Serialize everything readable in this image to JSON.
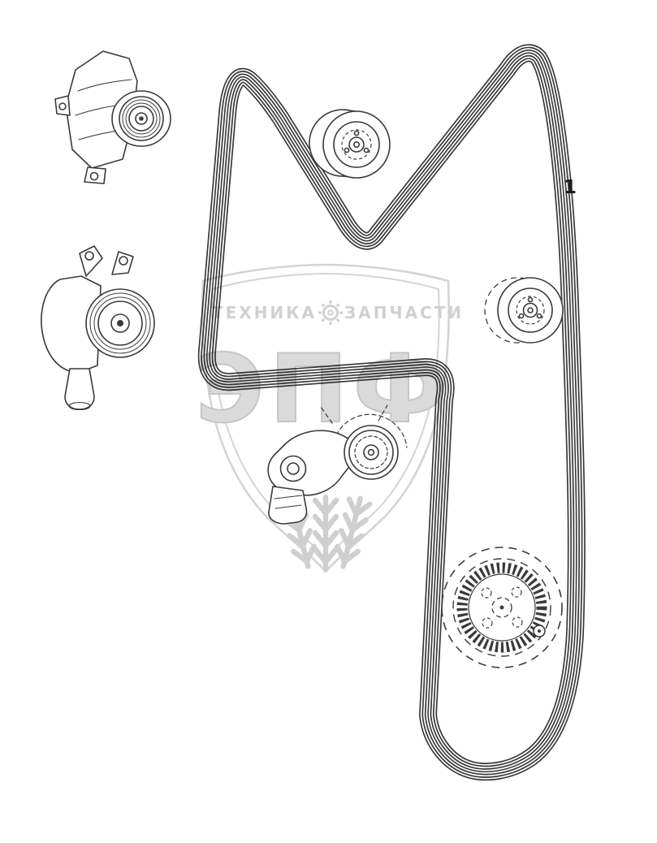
{
  "canvas": {
    "background": "#ffffff",
    "line_color": "#3a3a3a",
    "watermark_color": "#d6d6d6"
  },
  "callout": {
    "belt": "1"
  },
  "watermark": {
    "text_left": "ТЕХНИКА",
    "text_right": "ЗАПЧАСТИ",
    "gear_icon_name": "gear",
    "logo": "ЭПФ"
  },
  "components": [
    {
      "name": "alternator"
    },
    {
      "name": "water-pump"
    },
    {
      "name": "idler-pulley-upper"
    },
    {
      "name": "idler-pulley-right"
    },
    {
      "name": "belt-tensioner"
    },
    {
      "name": "crankshaft-pulley-hidden-lines"
    },
    {
      "name": "serpentine-multi-rib-belt",
      "callout": "1"
    }
  ]
}
